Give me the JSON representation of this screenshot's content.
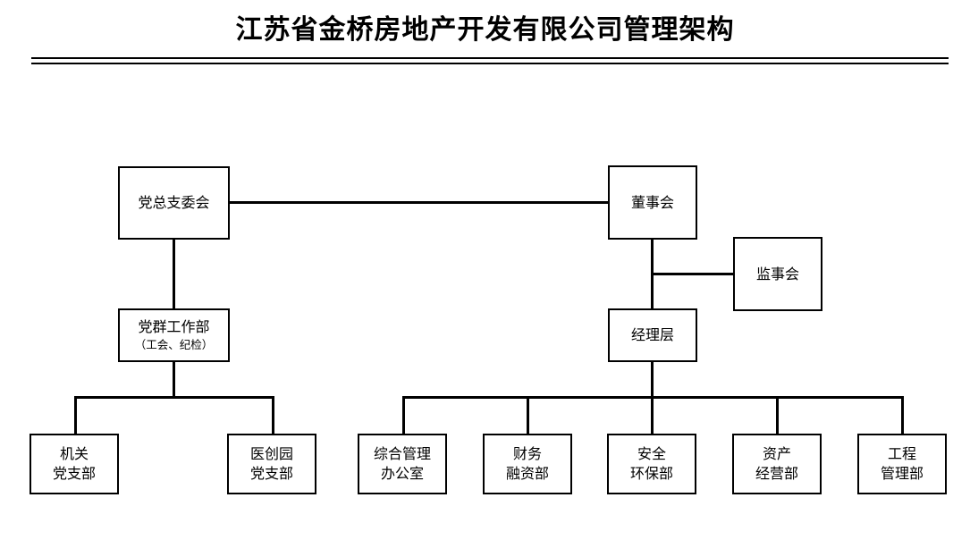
{
  "title": "江苏省金桥房地产开发有限公司管理架构",
  "colors": {
    "background": "#ffffff",
    "line": "#000000",
    "text": "#000000",
    "box_fill": "#ffffff"
  },
  "nodes": {
    "party_committee": {
      "line1": "党总支委会"
    },
    "board_of_directors": {
      "line1": "董事会"
    },
    "board_of_supervisors": {
      "line1": "监事会"
    },
    "party_work_dept": {
      "line1": "党群工作部",
      "sub": "（工会、纪检）"
    },
    "management_layer": {
      "line1": "经理层"
    },
    "organ_party_branch": {
      "line1": "机关",
      "line2": "党支部"
    },
    "yichuangyuan_branch": {
      "line1": "医创园",
      "line2": "党支部"
    },
    "general_admin_office": {
      "line1": "综合管理",
      "line2": "办公室"
    },
    "finance_dept": {
      "line1": "财务",
      "line2": "融资部"
    },
    "safety_env_dept": {
      "line1": "安全",
      "line2": "环保部"
    },
    "asset_operation_dept": {
      "line1": "资产",
      "line2": "经营部"
    },
    "engineering_dept": {
      "line1": "工程",
      "line2": "管理部"
    }
  }
}
